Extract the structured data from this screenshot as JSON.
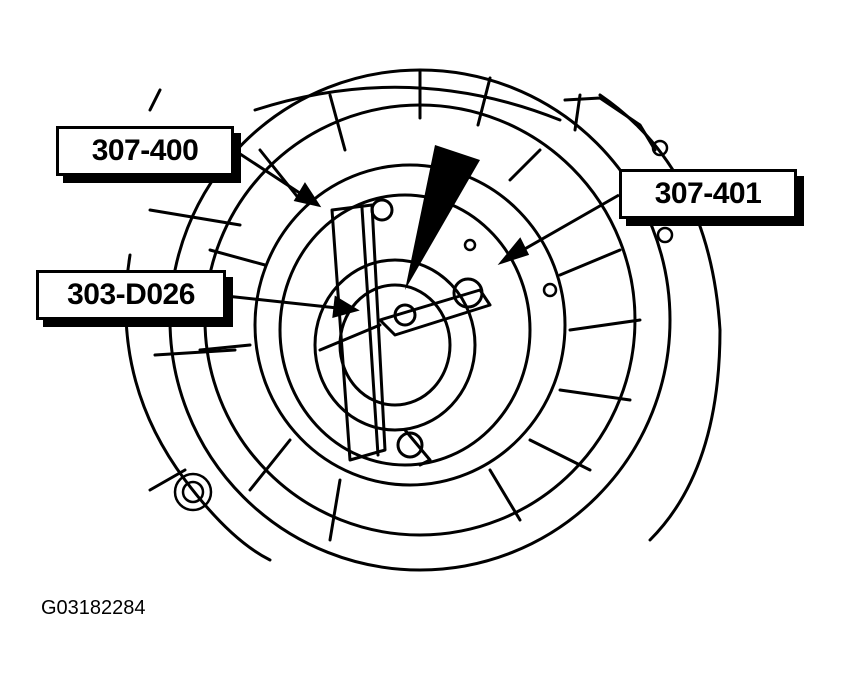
{
  "callouts": {
    "tool_307_400": "307-400",
    "tool_307_401": "307-401",
    "tool_303_d026": "303-D026"
  },
  "figure_id": "G03182284",
  "colors": {
    "ink": "#000000",
    "paper": "#ffffff"
  }
}
